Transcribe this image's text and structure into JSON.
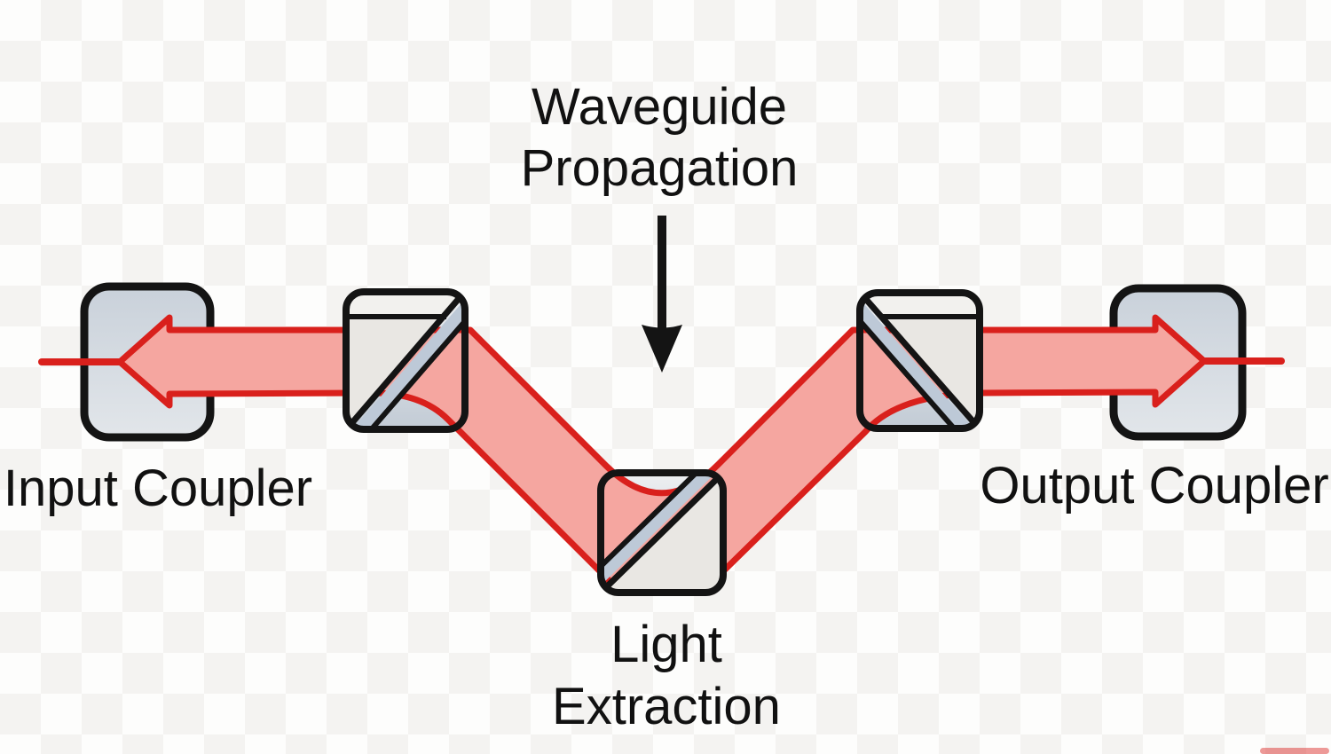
{
  "title": {
    "line1": "Waveguide",
    "line2": "Propagation"
  },
  "labels": {
    "input_coupler": "Input Coupler",
    "output_coupler": "Output Coupler",
    "light_extraction_line1": "Light",
    "light_extraction_line2": "Extraction"
  },
  "components": [
    {
      "name": "input-coupler",
      "label": "Input Coupler"
    },
    {
      "name": "in-coupling-prism",
      "label": ""
    },
    {
      "name": "waveguide-propagation",
      "label": "Waveguide Propagation"
    },
    {
      "name": "light-extraction-prism",
      "label": "Light Extraction"
    },
    {
      "name": "out-coupling-prism",
      "label": ""
    },
    {
      "name": "output-coupler",
      "label": "Output Coupler"
    }
  ],
  "colors": {
    "beam_red": "#d9201c",
    "beam_pink": "#f5a6a0",
    "ink": "#141414",
    "optic_face_gray": "#e9e7e3",
    "optic_face_light": "#f2f1ee",
    "optic_base_top": "#edeff1",
    "optic_base_bottom": "#c2cbd5",
    "stripe_blue": "#bdc9d7",
    "coupler_top": "#c9d1da",
    "coupler_bottom": "#e2e6ea",
    "checker_light": "#f4f3f1",
    "checker_white": "#fdfdfc",
    "text": "#111111"
  }
}
